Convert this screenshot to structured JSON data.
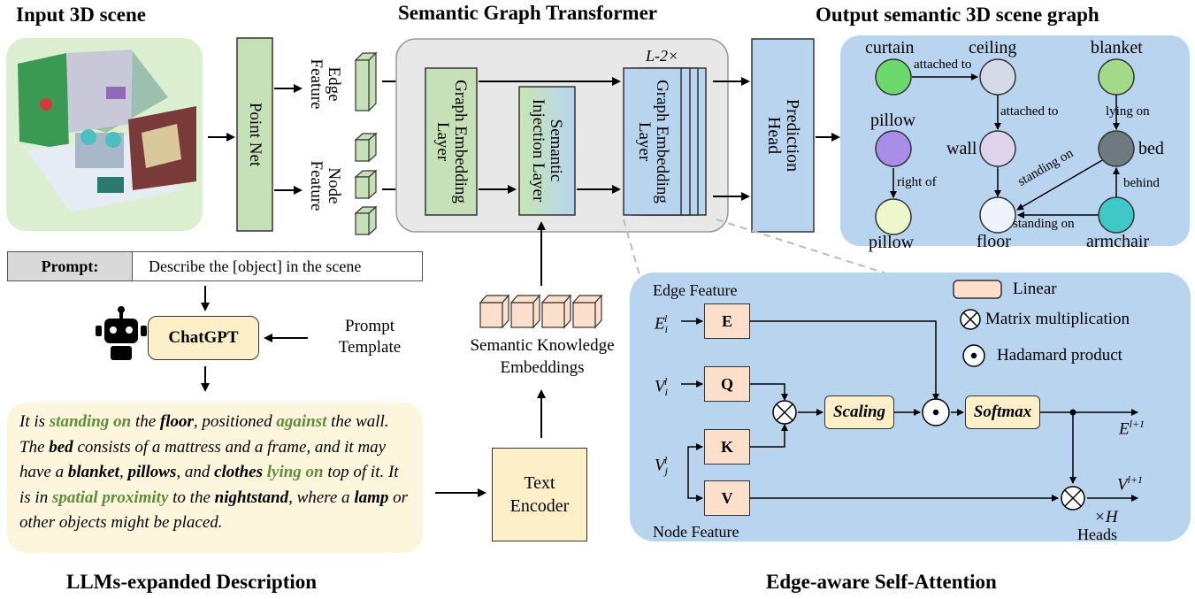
{
  "titles": {
    "input_scene": "Input 3D scene",
    "transformer": "Semantic Graph Transformer",
    "output_graph": "Output semantic 3D scene graph",
    "llm_desc": "LLMs-expanded Description",
    "edge_attention": "Edge-aware Self-Attention"
  },
  "pointnet": "Point Net",
  "features": {
    "edge": "Edge Feature",
    "node": "Node Feature"
  },
  "transformer": {
    "graph_embedding": "Graph Embedding Layer",
    "semantic_injection": "Semantic Injection Layer",
    "graph_embedding_repeat": "Graph Embedding Layer",
    "repeat_label": "L-2×"
  },
  "prediction_head": "Prediction Head",
  "scene_graph": {
    "nodes": [
      {
        "id": "curtain",
        "label": "curtain",
        "color": "#6dd96d"
      },
      {
        "id": "ceiling",
        "label": "ceiling",
        "color": "#d5dbe6"
      },
      {
        "id": "blanket",
        "label": "blanket",
        "color": "#a3d98a"
      },
      {
        "id": "pillow1",
        "label": "pillow",
        "color": "#a98de8"
      },
      {
        "id": "wall",
        "label": "wall",
        "color": "#e0d4ec"
      },
      {
        "id": "bed",
        "label": "bed",
        "color": "#6d7a80"
      },
      {
        "id": "pillow2",
        "label": "pillow",
        "color": "#eef6cc"
      },
      {
        "id": "floor",
        "label": "floor",
        "color": "#eef3fb"
      },
      {
        "id": "armchair",
        "label": "armchair",
        "color": "#3ec8c8"
      }
    ],
    "edges": [
      {
        "from": "curtain",
        "to": "ceiling",
        "label": "attached to"
      },
      {
        "from": "ceiling",
        "to": "wall",
        "label": "attached to"
      },
      {
        "from": "blanket",
        "to": "bed",
        "label": "lying on"
      },
      {
        "from": "pillow1",
        "to": "pillow2",
        "label": "right of"
      },
      {
        "from": "wall",
        "to": "floor",
        "label": ""
      },
      {
        "from": "bed",
        "to": "floor",
        "label": "standing on"
      },
      {
        "from": "armchair",
        "to": "bed",
        "label": "behind"
      },
      {
        "from": "armchair",
        "to": "floor",
        "label": "standing on"
      }
    ]
  },
  "prompt": {
    "label": "Prompt:",
    "text": "Describe the [object] in the scene"
  },
  "chatgpt": "ChatGPT",
  "prompt_template": "Prompt Template",
  "description_segments": [
    {
      "t": "It is ",
      "s": "n"
    },
    {
      "t": "standing on",
      "s": "g"
    },
    {
      "t": " the ",
      "s": "n"
    },
    {
      "t": "floor",
      "s": "b"
    },
    {
      "t": ", positioned ",
      "s": "n"
    },
    {
      "t": "against",
      "s": "g"
    },
    {
      "t": " the wall. The ",
      "s": "n"
    },
    {
      "t": "bed",
      "s": "b"
    },
    {
      "t": " consists of a mattress and a frame, and it may have a ",
      "s": "n"
    },
    {
      "t": "blanket",
      "s": "b"
    },
    {
      "t": ", ",
      "s": "n"
    },
    {
      "t": "pillows",
      "s": "b"
    },
    {
      "t": ", and ",
      "s": "n"
    },
    {
      "t": "clothes",
      "s": "b"
    },
    {
      "t": " ",
      "s": "n"
    },
    {
      "t": "lying on",
      "s": "g"
    },
    {
      "t": " top of it. It is in ",
      "s": "n"
    },
    {
      "t": "spatial proximity",
      "s": "g"
    },
    {
      "t": " to the ",
      "s": "n"
    },
    {
      "t": "nightstand",
      "s": "b"
    },
    {
      "t": ", where a ",
      "s": "n"
    },
    {
      "t": "lamp",
      "s": "b"
    },
    {
      "t": " or other objects might be placed.",
      "s": "n"
    }
  ],
  "text_encoder": "Text Encoder",
  "semantic_knowledge": "Semantic Knowledge Embeddings",
  "attention": {
    "edge_feature": "Edge Feature",
    "node_feature": "Node Feature",
    "E": "E",
    "Q": "Q",
    "K": "K",
    "V": "V",
    "scaling": "Scaling",
    "softmax": "Softmax",
    "legend_linear": "Linear",
    "legend_matmul": "Matrix multiplication",
    "legend_hadamard": "Hadamard product",
    "heads_mult": "×H",
    "heads": "Heads",
    "in_E": "E",
    "in_Vi": "V",
    "in_Vj": "V",
    "out_E": "E",
    "out_V": "V"
  }
}
